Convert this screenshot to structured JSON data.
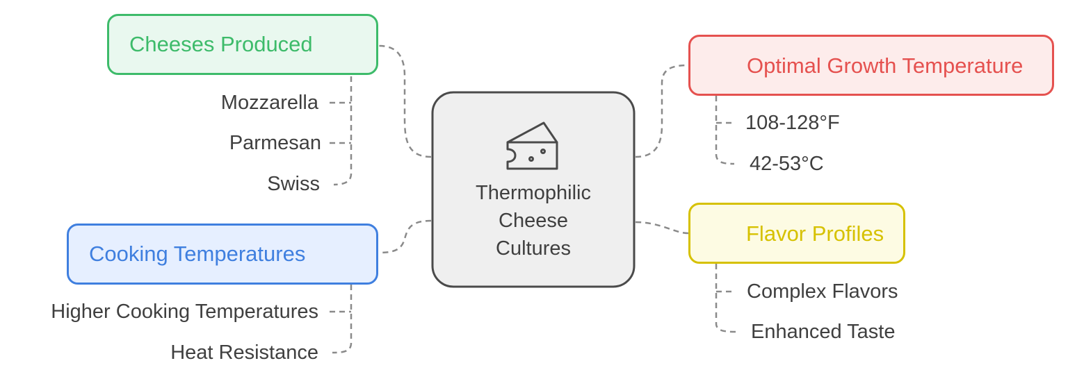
{
  "center": {
    "lines": [
      "Thermophilic",
      "Cheese",
      "Cultures"
    ],
    "icon": "cheese-wedge-icon"
  },
  "branches": {
    "cheeses": {
      "title": "Cheeses Produced",
      "icon": "cheese-icon",
      "color": "#3dbb6a",
      "fill": "#e9f8ef",
      "items": [
        "Mozzarella",
        "Parmesan",
        "Swiss"
      ]
    },
    "cooking": {
      "title": "Cooking Temperatures",
      "icon": "snowflake-icon",
      "color": "#3f7fdf",
      "fill": "#e6efff",
      "items": [
        "Higher Cooking Temperatures",
        "Heat Resistance"
      ]
    },
    "growth": {
      "title": "Optimal Growth Temperature",
      "icon": "sun-heat-icon",
      "color": "#e5514f",
      "fill": "#fdeceb",
      "items": [
        "108-128°F",
        "42-53°C"
      ]
    },
    "flavor": {
      "title": "Flavor Profiles",
      "icon": "confused-face-icon",
      "color": "#d6c100",
      "fill": "#fdfbe3",
      "items": [
        "Complex Flavors",
        "Enhanced Taste"
      ]
    }
  },
  "colors": {
    "center_border": "#4a4a4a",
    "center_fill": "#efefef",
    "connector": "#8a8a8a",
    "text": "#3f3f3f"
  }
}
